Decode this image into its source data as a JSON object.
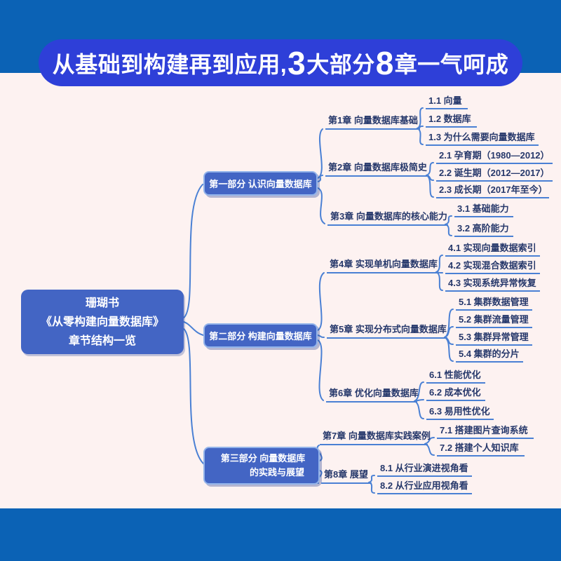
{
  "banner": {
    "text_before_3": "从基础到构建再到应用,",
    "big_3": "3",
    "text_mid": "大部分",
    "big_8": "8",
    "text_after": "章一气呵成"
  },
  "root": {
    "line1": "珊瑚书",
    "line2": "《从零构建向量数据库》",
    "line3": "章节结构一览"
  },
  "parts": [
    {
      "label": "第一部分 认识向量数据库",
      "chapters": [
        {
          "title": "第1章 向量数据库基础",
          "sections": [
            "1.1 向量",
            "1.2 数据库",
            "1.3 为什么需要向量数据库"
          ]
        },
        {
          "title": "第2章 向量数据库极简史",
          "sections": [
            "2.1 孕育期（1980—2012）",
            "2.2 诞生期（2012—2017）",
            "2.3 成长期（2017年至今）"
          ]
        },
        {
          "title": "第3章 向量数据库的核心能力",
          "sections": [
            "3.1 基础能力",
            "3.2 高阶能力"
          ]
        }
      ]
    },
    {
      "label": "第二部分 构建向量数据库",
      "chapters": [
        {
          "title": "第4章 实现单机向量数据库",
          "sections": [
            "4.1 实现向量数据索引",
            "4.2 实现混合数据索引",
            "4.3 实现系统异常恢复"
          ]
        },
        {
          "title": "第5章 实现分布式向量数据库",
          "sections": [
            "5.1 集群数据管理",
            "5.2 集群流量管理",
            "5.3 集群异常管理",
            "5.4 集群的分片"
          ]
        },
        {
          "title": "第6章 优化向量数据库",
          "sections": [
            "6.1 性能优化",
            "6.2 成本优化",
            "6.3 易用性优化"
          ]
        }
      ]
    },
    {
      "label_line1": "第三部分 向量数据库",
      "label_line2": "的实践与展望",
      "chapters": [
        {
          "title": "第7章 向量数据库实践案例",
          "sections": [
            "7.1 搭建图片查询系统",
            "7.2 搭建个人知识库"
          ]
        },
        {
          "title": "第8章 展望",
          "sections": [
            "8.1 从行业演进视角看",
            "8.2 从行业应用视角看"
          ]
        }
      ]
    }
  ],
  "colors": {
    "band_blue": "#0b62b5",
    "banner_blue": "#2e3fd8",
    "node_blue": "#4365c4",
    "node_border_blue": "#93b4ea",
    "line_blue": "#4a80d4",
    "text_navy": "#26386b",
    "page_background": "#fdf2f1"
  }
}
